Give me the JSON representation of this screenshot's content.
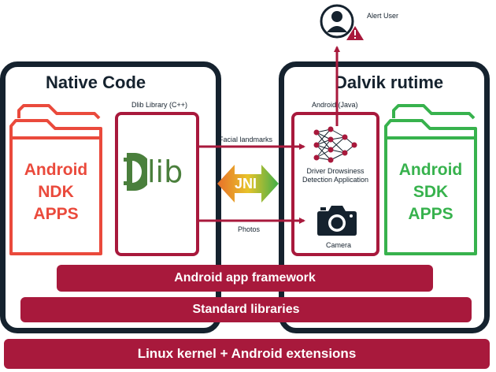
{
  "native_panel": {
    "title": "Native Code"
  },
  "dalvik_panel": {
    "title": "Dalvik rutime"
  },
  "ndk_folder": {
    "lines": [
      "Android",
      "NDK",
      "APPS"
    ],
    "color": "#ea4a3c"
  },
  "sdk_folder": {
    "lines": [
      "Android",
      "SDK",
      "APPS"
    ],
    "color": "#37b24d"
  },
  "dlib": {
    "caption": "Dlib Library (C++)",
    "logo_text": "lib",
    "logo_color": "#4a7f3c"
  },
  "android_java": {
    "caption": "Android (Java)",
    "app_label_lines": [
      "Driver Drowsiness",
      "Detection Application"
    ],
    "camera_label": "Camera"
  },
  "jni": {
    "label": "JNI"
  },
  "arrows": {
    "landmarks": "Facial landmarks",
    "photos": "Photos"
  },
  "alert": {
    "label": "Alert User"
  },
  "layers": {
    "framework": "Android app framework",
    "stdlib": "Standard libraries",
    "kernel": "Linux kernel + Android extensions"
  },
  "colors": {
    "dark": "#15222e",
    "crimson": "#a8193c"
  }
}
